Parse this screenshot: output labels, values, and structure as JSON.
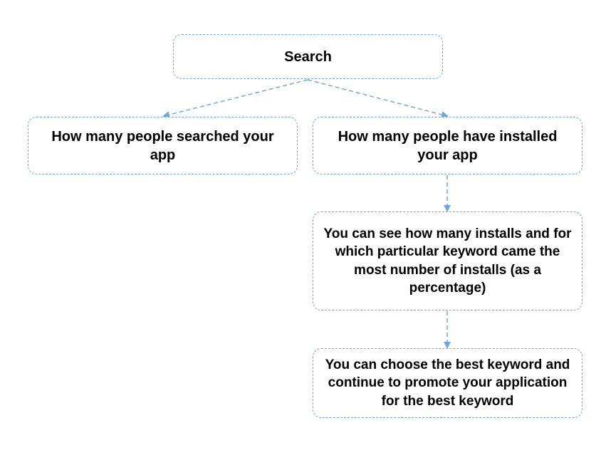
{
  "diagram": {
    "line_color": "#6fa8dc",
    "nodes": {
      "search": {
        "label": "Search"
      },
      "searched": {
        "label": "How many people searched your app"
      },
      "installed": {
        "label": "How many people have installed your app"
      },
      "installs_keyword": {
        "label": "You can see how many installs and for which particular keyword came the most number of installs (as a percentage)"
      },
      "best_keyword": {
        "label": "You can choose the best keyword and continue to promote your application for the best keyword"
      }
    },
    "edges": [
      {
        "from": "search",
        "to": "searched"
      },
      {
        "from": "search",
        "to": "installed"
      },
      {
        "from": "installed",
        "to": "installs_keyword"
      },
      {
        "from": "installs_keyword",
        "to": "best_keyword"
      }
    ]
  }
}
